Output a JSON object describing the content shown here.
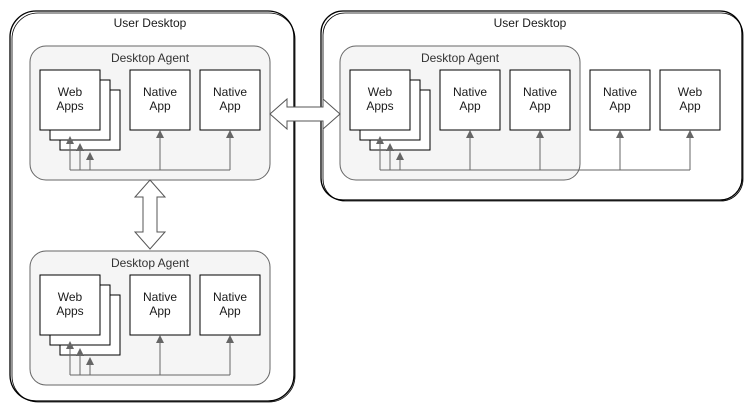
{
  "desktops": [
    {
      "title": "User Desktop"
    },
    {
      "title": "User Desktop"
    }
  ],
  "agents": [
    {
      "title": "Desktop Agent",
      "apps": [
        {
          "line1": "Web",
          "line2": "Apps"
        },
        {
          "line1": "Native",
          "line2": "App"
        },
        {
          "line1": "Native",
          "line2": "App"
        }
      ]
    },
    {
      "title": "Desktop Agent",
      "apps": [
        {
          "line1": "Web",
          "line2": "Apps"
        },
        {
          "line1": "Native",
          "line2": "App"
        },
        {
          "line1": "Native",
          "line2": "App"
        }
      ]
    },
    {
      "title": "Desktop Agent",
      "apps": [
        {
          "line1": "Web",
          "line2": "Apps"
        },
        {
          "line1": "Native",
          "line2": "App"
        },
        {
          "line1": "Native",
          "line2": "App"
        }
      ]
    }
  ],
  "standalone_apps": [
    {
      "line1": "Native",
      "line2": "App"
    },
    {
      "line1": "Web",
      "line2": "App"
    }
  ]
}
